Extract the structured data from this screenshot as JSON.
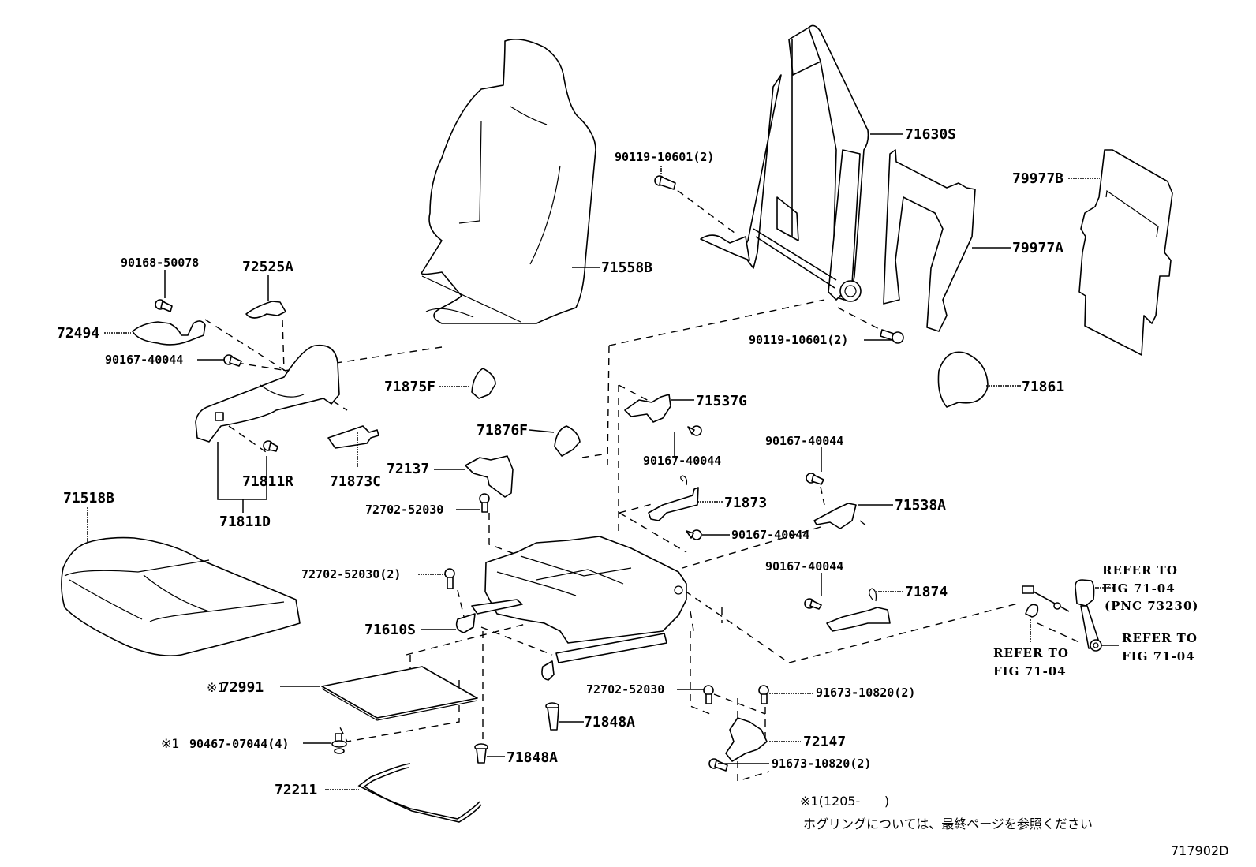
{
  "diagram": {
    "type": "exploded-parts-diagram",
    "subject": "front seat assembly",
    "figure_code": "717902D"
  },
  "labels": {
    "p71558B": "71558B",
    "p71630S": "71630S",
    "p90119_top": "90119-10601(2)",
    "p90119_bot": "90119-10601(2)",
    "p79977B": "79977B",
    "p79977A": "79977A",
    "p71861": "71861",
    "p90168": "90168-50078",
    "p72525A": "72525A",
    "p72494": "72494",
    "p90167_a": "90167-40044",
    "p71875F": "71875F",
    "p71876F": "71876F",
    "p71537G": "71537G",
    "p90167_b": "90167-40044",
    "p71873C": "71873C",
    "p71811R": "71811R",
    "p71811D": "71811D",
    "p72137": "72137",
    "p72702_a": "72702-52030",
    "p90167_c": "90167-40044",
    "p71538A": "71538A",
    "p71873": "71873",
    "p90167_d": "90167-40044",
    "p71518B": "71518B",
    "p72702_b": "72702-52030(2)",
    "p90167_e": "90167-40044",
    "p71874": "71874",
    "p71610S": "71610S",
    "p72991_mark": "※1",
    "p72991": "72991",
    "p72702_c": "72702-52030",
    "p91673_a": "91673-10820(2)",
    "p71848A_a": "71848A",
    "p72147": "72147",
    "p90467_mark": "※1",
    "p90467": "90467-07044(4)",
    "p71848A_b": "71848A",
    "p91673_b": "91673-10820(2)",
    "p72211": "72211"
  },
  "references": {
    "buckle_line1": "REFER TO",
    "buckle_line2": "FIG 71-04",
    "buckle_line3": "(PNC 73230)",
    "bolt_line1": "REFER TO",
    "bolt_line2": "FIG 71-04",
    "anchor_line1": "REFER TO",
    "anchor_line2": "FIG 71-04"
  },
  "footnote": {
    "mark_line": "※1(1205-      )",
    "japanese_note": "ホグリングについては、最終ページを参照ください"
  }
}
